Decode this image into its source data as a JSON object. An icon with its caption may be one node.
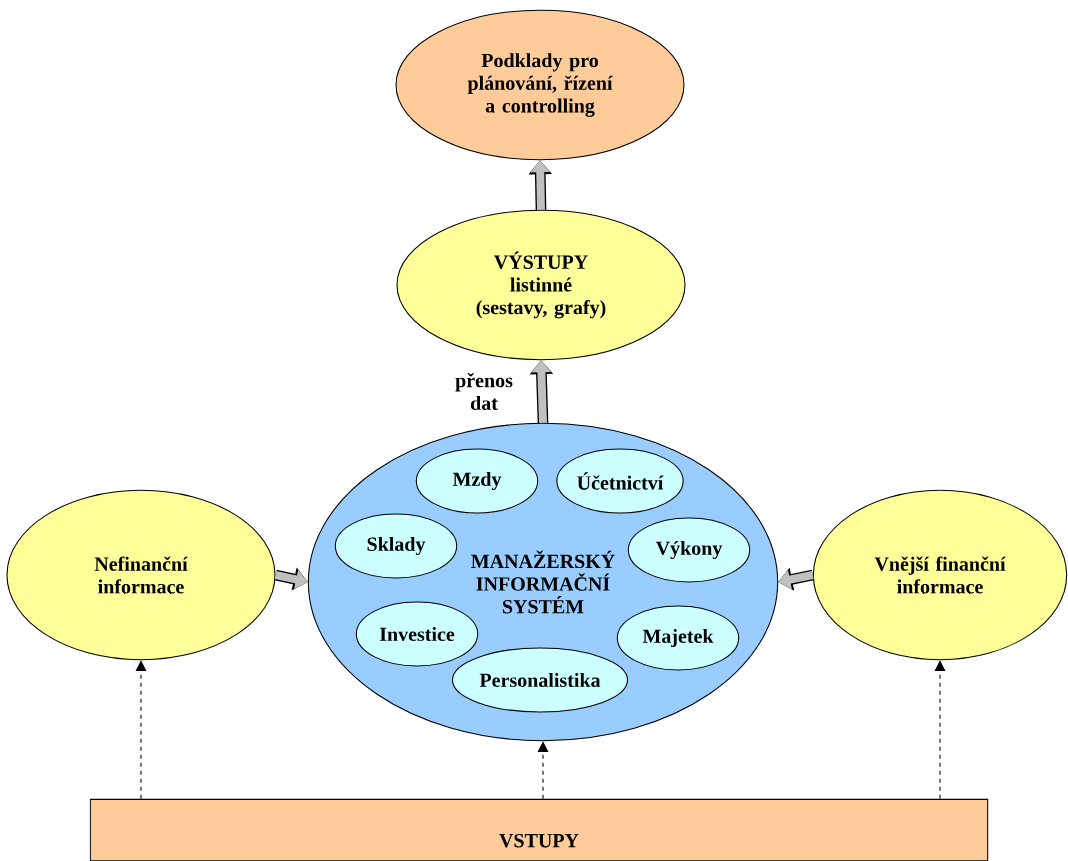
{
  "diagram": {
    "nodes": [
      {
        "text": [
          "Podklady pro plánování, řízení a controlling"
        ]
      },
      {
        "text": [
          "VÝSTUPY",
          "listinné (sestavy, grafy)"
        ]
      },
      {
        "text": [
          "Nefinanční informace"
        ]
      },
      {
        "text": [
          "MANAŽERSKÝ INFORMAČNÍ SYSTÉM"
        ]
      },
      {
        "text": [
          "Mzdy"
        ],
        "in": 3
      },
      {
        "text": [
          "Účetnictví"
        ],
        "in": 3
      },
      {
        "text": [
          "Sklady"
        ],
        "in": 3
      },
      {
        "text": [
          "Výkony"
        ],
        "in": 3
      },
      {
        "text": [
          "Investice"
        ],
        "in": 3
      },
      {
        "text": [
          "Majetek"
        ],
        "in": 3
      },
      {
        "text": [
          "Personalistika"
        ],
        "in": 3
      },
      {
        "text": [
          "Vnější finanční informace"
        ]
      },
      {
        "text": [
          "VSTUPY"
        ]
      }
    ],
    "edges": [
      {
        "from": 1,
        "to": 0,
        "arrow": "to"
      },
      {
        "from": 3,
        "to": 1,
        "arrow": "to",
        "label": "přenos dat"
      },
      {
        "from": 2,
        "to": 3,
        "arrow": "to"
      },
      {
        "from": 11,
        "to": 3,
        "arrow": "to"
      },
      {
        "from": 12,
        "to": 2,
        "arrow": "to",
        "style": "dashed",
        "color": "#000000"
      },
      {
        "from": 12,
        "to": 3,
        "arrow": "to",
        "style": "dashed",
        "color": "#000000"
      },
      {
        "from": 12,
        "to": 11,
        "arrow": "to",
        "style": "dashed",
        "color": "#000000"
      }
    ]
  }
}
